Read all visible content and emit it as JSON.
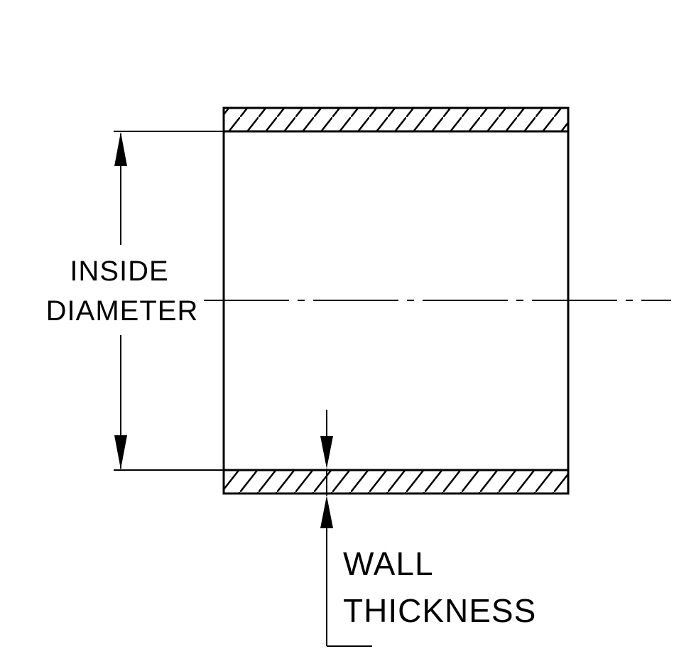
{
  "diagram": {
    "type": "technical-drawing",
    "subject": "tube cross-section with inside diameter and wall thickness dimension callouts",
    "labels": {
      "inside_diameter": [
        "INSIDE",
        "DIAMETER"
      ],
      "wall_thickness": [
        "WALL",
        "THICKNESS"
      ]
    },
    "colors": {
      "line": "#000000",
      "background": "#ffffff"
    }
  }
}
